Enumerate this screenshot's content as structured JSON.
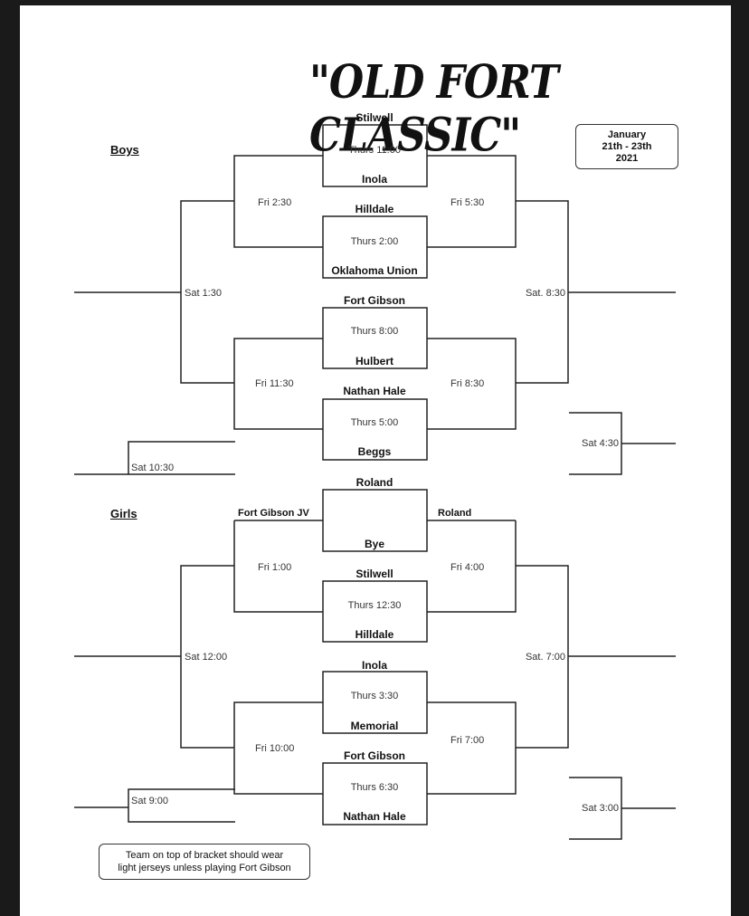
{
  "title": "\"OLD FORT CLASSIC\"",
  "dates": {
    "line1": "January",
    "line2": "21th - 23th",
    "line3": "2021"
  },
  "sections": {
    "boys": "Boys",
    "girls": "Girls"
  },
  "note": {
    "line1": "Team on top of bracket should wear",
    "line2": "light jerseys unless playing Fort Gibson"
  },
  "boys": {
    "games": [
      {
        "top": "Stilwell",
        "time": "Thurs 11:00",
        "bottom": "Inola"
      },
      {
        "top": "Hilldale",
        "time": "Thurs 2:00",
        "bottom": "Oklahoma Union"
      },
      {
        "top": "Fort Gibson",
        "time": "Thurs 8:00",
        "bottom": "Hulbert"
      },
      {
        "top": "Nathan Hale",
        "time": "Thurs 5:00",
        "bottom": "Beggs"
      }
    ],
    "fri_left_top": "Fri 2:30",
    "fri_left_bottom": "Fri 11:30",
    "fri_right_top": "Fri 5:30",
    "fri_right_bottom": "Fri 8:30",
    "sat_left": "Sat 1:30",
    "sat_right": "Sat. 8:30",
    "sat_consolation_left": "Sat 10:30",
    "sat_consolation_right": "Sat 4:30"
  },
  "girls": {
    "bye_game": {
      "top": "Roland",
      "bottom": "Bye"
    },
    "bye_left_label": "Fort Gibson JV",
    "bye_right_label": "Roland",
    "games": [
      {
        "top": "Stilwell",
        "time": "Thurs 12:30",
        "bottom": "Hilldale"
      },
      {
        "top": "Inola",
        "time": "Thurs 3:30",
        "bottom": "Memorial"
      },
      {
        "top": "Fort Gibson",
        "time": "Thurs 6:30",
        "bottom": "Nathan Hale"
      }
    ],
    "fri_left_top": "Fri 1:00",
    "fri_left_bottom": "Fri 10:00",
    "fri_right_top": "Fri 4:00",
    "fri_right_bottom": "Fri 7:00",
    "sat_left": "Sat 12:00",
    "sat_right": "Sat. 7:00",
    "sat_consolation_left": "Sat 9:00",
    "sat_consolation_right": "Sat 3:00"
  }
}
